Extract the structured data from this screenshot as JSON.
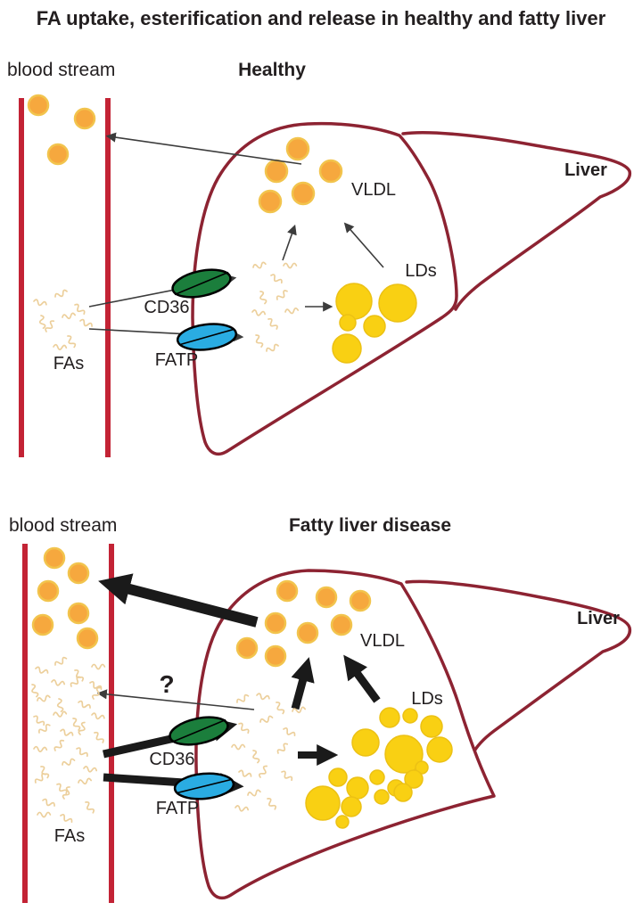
{
  "title": "FA uptake, esterification and release in healthy and fatty liver",
  "panels": {
    "healthy": {
      "blood_label": "blood stream",
      "panel_title": "Healthy",
      "liver_label": "Liver",
      "vldl_label": "VLDL",
      "lds_label": "LDs",
      "cd36_label": "CD36",
      "fatp_label": "FATP",
      "fas_label": "FAs"
    },
    "fatty": {
      "blood_label": "blood stream",
      "panel_title": "Fatty liver disease",
      "liver_label": "Liver",
      "vldl_label": "VLDL",
      "lds_label": "LDs",
      "cd36_label": "CD36",
      "fatp_label": "FATP",
      "fas_label": "FAs",
      "question_label": "?"
    }
  },
  "colors": {
    "text": "#231f20",
    "vessel_red": "#c32335",
    "liver_outline": "#8d2332",
    "vldl_fill": "#f6a83e",
    "vldl_stroke": "#f2c44d",
    "ld_fill": "#f9d013",
    "ld_stroke": "#ecc114",
    "cd36_green": "#1b7e3c",
    "fatp_blue": "#2aace2",
    "arrow_thin": "#3c3c3c",
    "arrow_thick": "#1a1a1a",
    "fa_squiggle": "#eccf9b"
  }
}
